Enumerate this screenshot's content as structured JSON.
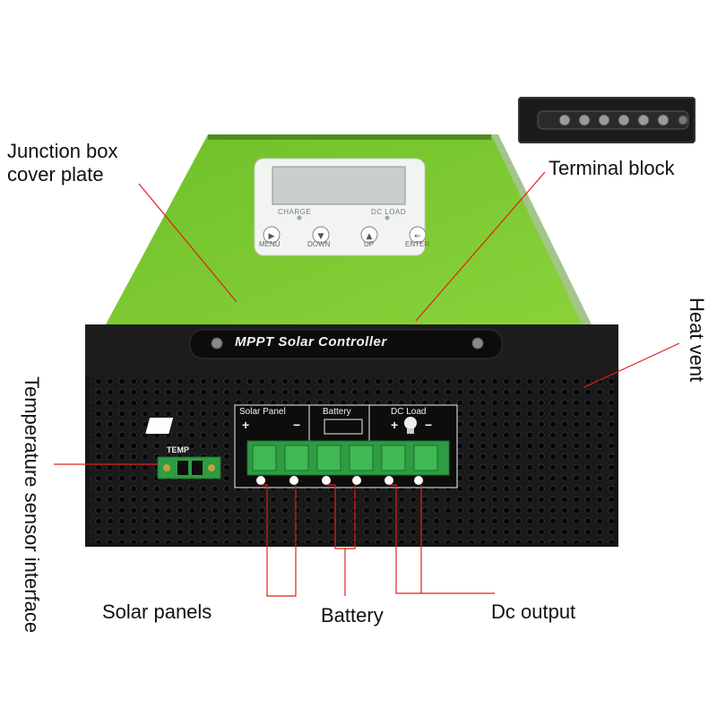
{
  "labels": {
    "junction_box_line1": "Junction box",
    "junction_box_line2": "cover plate",
    "terminal_block": "Terminal block",
    "heat_vent": "Heat vent",
    "temperature_sensor": "Temperature sensor interface",
    "solar_panels": "Solar panels",
    "battery": "Battery",
    "dc_output": "Dc output"
  },
  "device": {
    "lcd": {
      "charge": "CHARGE",
      "dc_load": "DC LOAD",
      "buttons": [
        "MENU",
        "DOWN",
        "UP",
        "ENTER"
      ]
    },
    "nameplate": "MPPT Solar Controller",
    "temp_port": "TEMP",
    "terminal_groups": [
      "Solar Panel",
      "Battery",
      "DC Load"
    ],
    "plus_sign": "+",
    "minus_sign": "−"
  },
  "colors": {
    "green_cover": "#7cc62b",
    "body_black": "#1a1a1a",
    "terminal_green": "#3fae4f",
    "callout_red": "#e0201c"
  }
}
